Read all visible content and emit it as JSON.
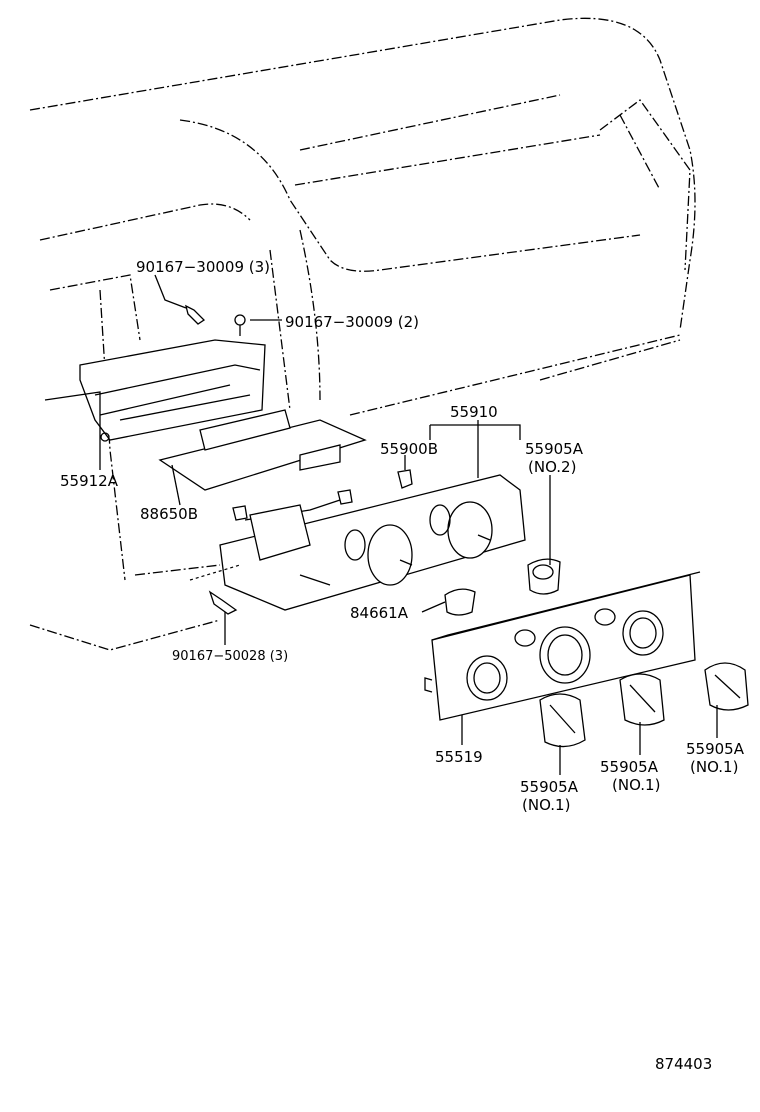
{
  "labels": {
    "bolt_upper_left": "90167−30009 (3)",
    "bolt_upper_right": "90167−30009 (2)",
    "box": "55912A",
    "board": "88650B",
    "assembly": "55910",
    "clip": "55900B",
    "knob_no2_part": "55905A",
    "knob_no2_note": "(NO.2)",
    "bolt_lower": "90167−50028 (3)",
    "button": "84661A",
    "panel": "55519",
    "knob_a_part": "55905A",
    "knob_a_note": "(NO.1)",
    "knob_b_part": "55905A",
    "knob_b_note": "(NO.1)",
    "knob_c_part": "55905A",
    "knob_c_note": "(NO.1)"
  },
  "figure_number": "874403"
}
